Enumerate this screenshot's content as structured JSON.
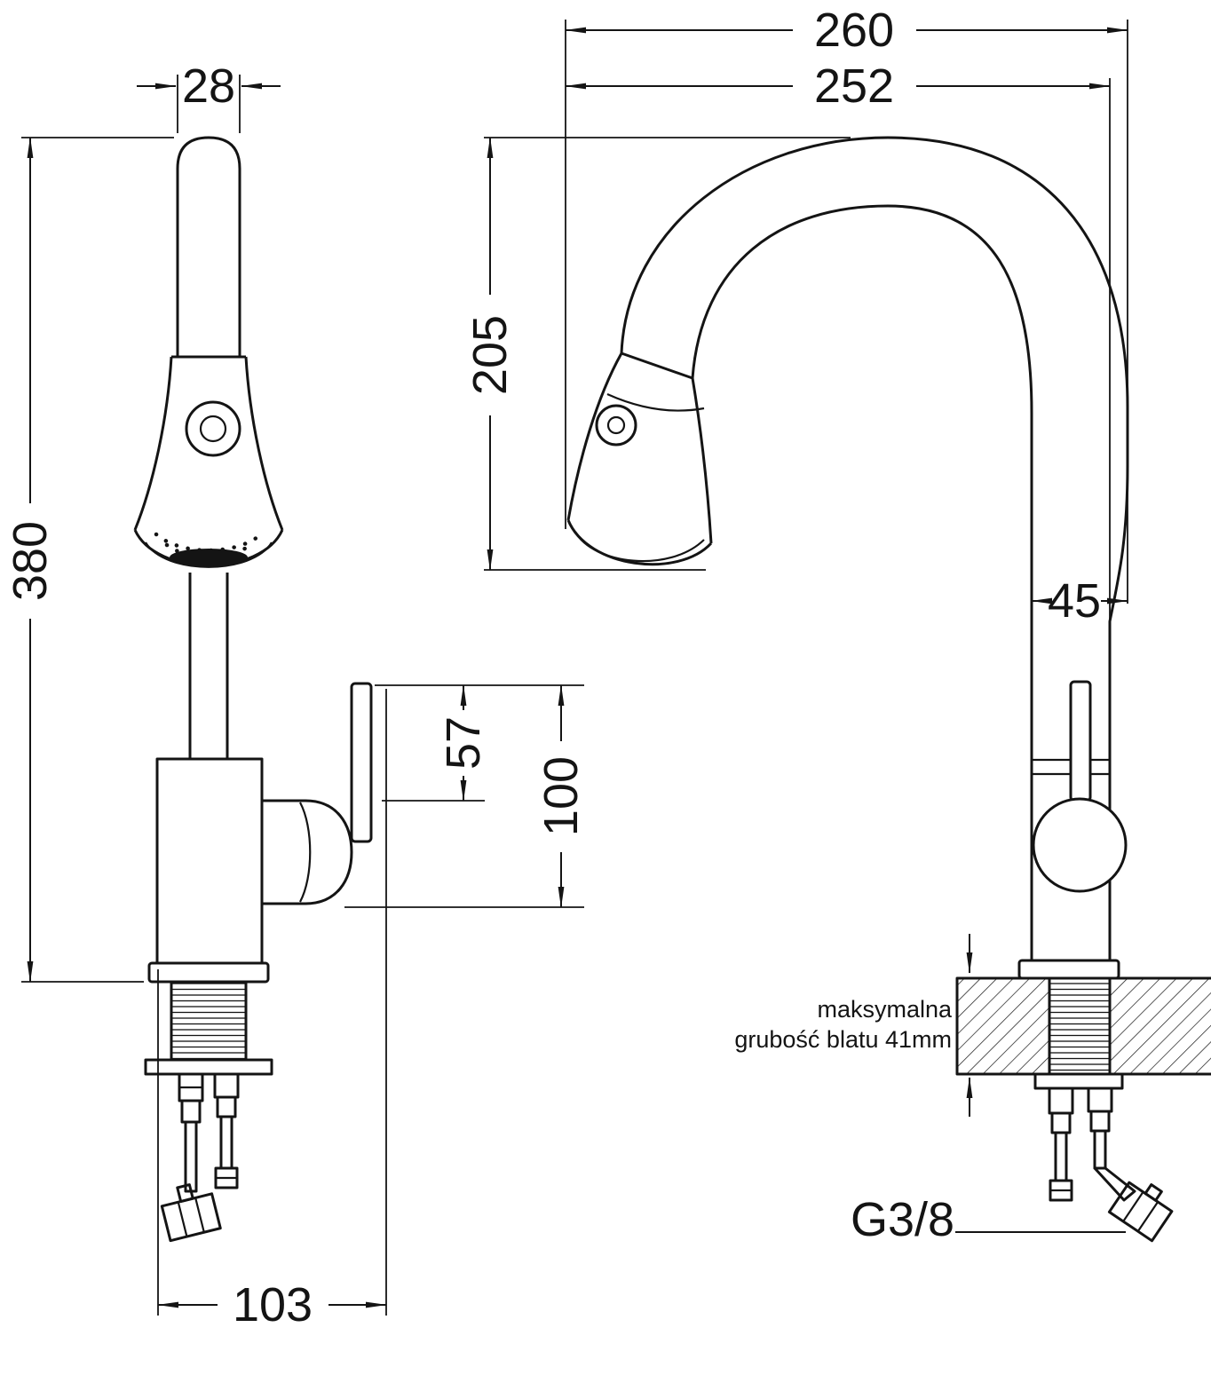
{
  "drawing": {
    "background": "#ffffff",
    "line_color": "#141414",
    "dimensions": {
      "spout_width": "28",
      "overall_height": "380",
      "base_reach": "103",
      "lever_height": "57",
      "lever_assembly_height": "100",
      "overall_reach": "260",
      "spout_reach": "252",
      "spout_drop": "205",
      "body_offset": "45"
    },
    "labels": {
      "worktop_note_line1": "maksymalna",
      "worktop_note_line2": "grubość blatu 41mm",
      "connection_thread": "G3/8"
    }
  }
}
